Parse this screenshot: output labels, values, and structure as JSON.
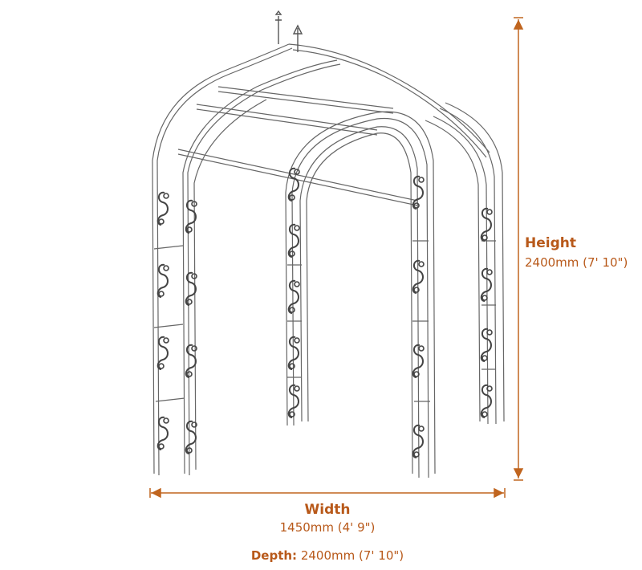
{
  "diagram": {
    "subject": "Garden arch / pergola line drawing",
    "accent_color": "#b8591a",
    "line_color": "#555555"
  },
  "dimensions": {
    "height": {
      "label": "Height",
      "value": "2400mm (7' 10\")"
    },
    "width": {
      "label": "Width",
      "value": "1450mm (4' 9\")"
    },
    "depth": {
      "label": "Depth:",
      "value": "2400mm (7' 10\")"
    }
  }
}
